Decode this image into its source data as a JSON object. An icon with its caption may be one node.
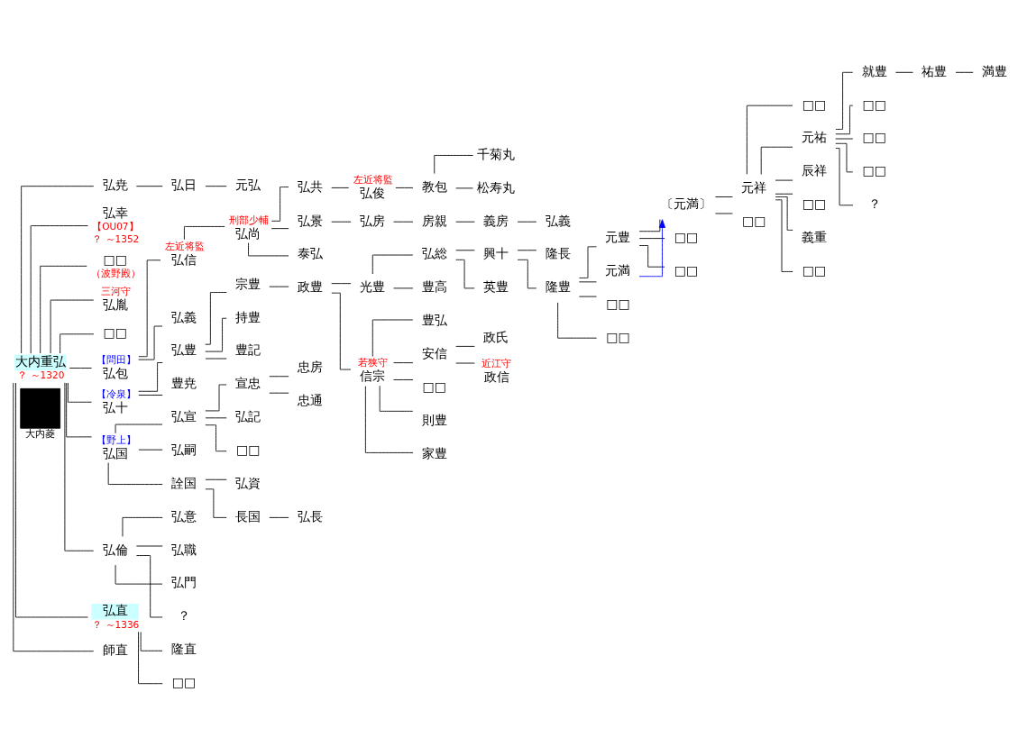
{
  "diagram": {
    "nodes": [
      {
        "text": [],
        "shape": "box",
        "beside": [
          "大内菱"
        ]
      },
      {
        "text": [
          "大内重弘"
        ],
        "beside": [
          "？ ～1320"
        ]
      },
      {
        "text": [
          "弘尭"
        ]
      },
      {
        "text": [
          "弘日"
        ]
      },
      {
        "text": [
          "元弘"
        ]
      },
      {
        "text": [
          "弘幸"
        ],
        "beside": [
          "【OU07】",
          "？ ～1352"
        ]
      },
      {
        "text": [
          "□□"
        ],
        "beside": [
          "（波野殿）"
        ]
      },
      {
        "text": [
          "弘胤"
        ],
        "beside": [
          "三河守"
        ]
      },
      {
        "text": [
          "□□"
        ]
      },
      {
        "text": [
          "弘信"
        ],
        "beside": [
          "左近将監"
        ]
      },
      {
        "text": [
          "弘尚"
        ],
        "beside": [
          "刑部少輔"
        ]
      },
      {
        "text": [
          "弘共"
        ]
      },
      {
        "text": [
          "弘俊"
        ],
        "beside": [
          "左近将監"
        ]
      },
      {
        "text": [
          "教包"
        ]
      },
      {
        "text": [
          "千菊丸"
        ]
      },
      {
        "text": [
          "松寿丸"
        ]
      },
      {
        "text": [
          "弘景"
        ]
      },
      {
        "text": [
          "弘房"
        ]
      },
      {
        "text": [
          "房親"
        ]
      },
      {
        "text": [
          "義房"
        ]
      },
      {
        "text": [
          "弘義"
        ]
      },
      {
        "text": [
          "泰弘"
        ]
      },
      {
        "text": [
          "弘包"
        ],
        "beside": [
          "【問田】"
        ]
      },
      {
        "text": [
          "弘義"
        ]
      },
      {
        "text": [
          "弘十"
        ],
        "beside": [
          "【冷泉】"
        ]
      },
      {
        "text": [
          "弘豊"
        ]
      },
      {
        "text": [
          "宗豊"
        ]
      },
      {
        "text": [
          "政豊"
        ]
      },
      {
        "text": [
          "光豊"
        ]
      },
      {
        "text": [
          "弘総"
        ]
      },
      {
        "text": [
          "興十"
        ]
      },
      {
        "text": [
          "隆長"
        ]
      },
      {
        "text": [
          "豊高"
        ]
      },
      {
        "text": [
          "英豊"
        ]
      },
      {
        "text": [
          "隆豊"
        ]
      },
      {
        "text": [
          "元豊"
        ]
      },
      {
        "text": [
          "〔元満〕"
        ]
      },
      {
        "text": [
          "元祥"
        ]
      },
      {
        "text": [
          "□□"
        ]
      },
      {
        "text": [
          "元祐"
        ]
      },
      {
        "text": [
          "就豊"
        ]
      },
      {
        "text": [
          "祐豊"
        ]
      },
      {
        "text": [
          "満豊"
        ]
      },
      {
        "text": [
          "□□"
        ]
      },
      {
        "text": [
          "□□"
        ]
      },
      {
        "text": [
          "□□"
        ]
      },
      {
        "text": [
          "？"
        ]
      },
      {
        "text": [
          "辰祥"
        ]
      },
      {
        "text": [
          "□□"
        ]
      },
      {
        "text": [
          "義重"
        ]
      },
      {
        "text": [
          "□□"
        ]
      },
      {
        "text": [
          "□□"
        ]
      },
      {
        "text": [
          "□□"
        ]
      },
      {
        "text": [
          "□□"
        ]
      },
      {
        "text": [
          "元満"
        ]
      },
      {
        "text": [
          "□□"
        ]
      },
      {
        "text": [
          "□□"
        ]
      },
      {
        "text": [
          "信宗"
        ],
        "beside": [
          "若狭守"
        ]
      },
      {
        "text": [
          "豊弘"
        ]
      },
      {
        "text": [
          "安信"
        ]
      },
      {
        "text": [
          "政氏"
        ]
      },
      {
        "text": [
          "政信"
        ],
        "beside": [
          "近江守"
        ]
      },
      {
        "text": [
          "□□"
        ]
      },
      {
        "text": [
          "則豊"
        ]
      },
      {
        "text": [
          "家豊"
        ]
      },
      {
        "text": [
          "持豊"
        ]
      },
      {
        "text": [
          "豊記"
        ]
      },
      {
        "text": [
          "豊尭"
        ]
      },
      {
        "text": [
          "弘国"
        ],
        "beside": [
          "【野上】"
        ]
      },
      {
        "text": [
          "弘宣"
        ]
      },
      {
        "text": [
          "宣忠"
        ]
      },
      {
        "text": [
          "忠房"
        ]
      },
      {
        "text": [
          "忠通"
        ]
      },
      {
        "text": [
          "弘記"
        ]
      },
      {
        "text": [
          "□□"
        ]
      },
      {
        "text": [
          "弘嗣"
        ]
      },
      {
        "text": [
          "詮国"
        ]
      },
      {
        "text": [
          "弘資"
        ]
      },
      {
        "text": [
          "長国"
        ]
      },
      {
        "text": [
          "弘長"
        ]
      },
      {
        "text": [
          "弘倫"
        ]
      },
      {
        "text": [
          "弘意"
        ]
      },
      {
        "text": [
          "弘職"
        ]
      },
      {
        "text": [
          "弘門"
        ]
      },
      {
        "text": [
          "？"
        ]
      },
      {
        "text": [
          "弘直"
        ],
        "beside": [
          "？ ～1336"
        ]
      },
      {
        "text": [
          "隆直"
        ]
      },
      {
        "text": [
          "□□"
        ]
      },
      {
        "text": [
          "師直"
        ]
      }
    ],
    "edges": [
      {
        "from": 1,
        "to": 2,
        "arrow": "none"
      },
      {
        "from": 1,
        "to": 5,
        "arrow": "none"
      },
      {
        "from": 1,
        "to": 6,
        "arrow": "none"
      },
      {
        "from": 1,
        "to": 7,
        "arrow": "none"
      },
      {
        "from": 1,
        "to": 8,
        "arrow": "none"
      },
      {
        "from": 1,
        "to": 22,
        "arrow": "none"
      },
      {
        "from": 1,
        "to": 24,
        "arrow": "none"
      },
      {
        "from": 1,
        "to": 68,
        "arrow": "none"
      },
      {
        "from": 1,
        "to": 80,
        "arrow": "none"
      },
      {
        "from": 1,
        "to": 85,
        "arrow": "none"
      },
      {
        "from": 1,
        "to": 88,
        "arrow": "none"
      },
      {
        "from": 2,
        "to": 3,
        "arrow": "none"
      },
      {
        "from": 3,
        "to": 4,
        "arrow": "none"
      },
      {
        "from": 22,
        "to": 9,
        "arrow": "none"
      },
      {
        "from": 22,
        "to": 23,
        "arrow": "none"
      },
      {
        "from": 9,
        "to": 10,
        "arrow": "none"
      },
      {
        "from": 10,
        "to": 11,
        "arrow": "none"
      },
      {
        "from": 10,
        "to": 16,
        "arrow": "none"
      },
      {
        "from": 10,
        "to": 21,
        "arrow": "none"
      },
      {
        "from": 11,
        "to": 12,
        "arrow": "none"
      },
      {
        "from": 12,
        "to": 13,
        "arrow": "none"
      },
      {
        "from": 13,
        "to": 14,
        "arrow": "none"
      },
      {
        "from": 13,
        "to": 15,
        "arrow": "none"
      },
      {
        "from": 16,
        "to": 17,
        "arrow": "none"
      },
      {
        "from": 17,
        "to": 18,
        "arrow": "none"
      },
      {
        "from": 18,
        "to": 19,
        "arrow": "none"
      },
      {
        "from": 19,
        "to": 20,
        "arrow": "none"
      },
      {
        "from": 24,
        "to": 25,
        "arrow": "none"
      },
      {
        "from": 24,
        "to": 67,
        "arrow": "none"
      },
      {
        "from": 25,
        "to": 26,
        "arrow": "none"
      },
      {
        "from": 25,
        "to": 65,
        "arrow": "none"
      },
      {
        "from": 25,
        "to": 66,
        "arrow": "none"
      },
      {
        "from": 26,
        "to": 27,
        "arrow": "none"
      },
      {
        "from": 27,
        "to": 28,
        "arrow": "none"
      },
      {
        "from": 27,
        "to": 57,
        "arrow": "none"
      },
      {
        "from": 28,
        "to": 29,
        "arrow": "none"
      },
      {
        "from": 28,
        "to": 32,
        "arrow": "none"
      },
      {
        "from": 29,
        "to": 30,
        "arrow": "none"
      },
      {
        "from": 29,
        "to": 33,
        "arrow": "none"
      },
      {
        "from": 30,
        "to": 31,
        "arrow": "none"
      },
      {
        "from": 30,
        "to": 34,
        "arrow": "none"
      },
      {
        "from": 34,
        "to": 35,
        "arrow": "none"
      },
      {
        "from": 34,
        "to": 54,
        "arrow": "none"
      },
      {
        "from": 34,
        "to": 55,
        "arrow": "none"
      },
      {
        "from": 34,
        "to": 56,
        "arrow": "none"
      },
      {
        "from": 35,
        "to": 36,
        "arrow": "none"
      },
      {
        "from": 35,
        "to": 52,
        "arrow": "none"
      },
      {
        "from": 35,
        "to": 53,
        "arrow": "none"
      },
      {
        "from": 54,
        "to": 36,
        "arrow": "to",
        "color": "#0000ff"
      },
      {
        "from": 36,
        "to": 37,
        "arrow": "none"
      },
      {
        "from": 36,
        "to": 51,
        "arrow": "none"
      },
      {
        "from": 37,
        "to": 38,
        "arrow": "none"
      },
      {
        "from": 37,
        "to": 39,
        "arrow": "none"
      },
      {
        "from": 37,
        "to": 47,
        "arrow": "none"
      },
      {
        "from": 37,
        "to": 48,
        "arrow": "none"
      },
      {
        "from": 37,
        "to": 49,
        "arrow": "none"
      },
      {
        "from": 37,
        "to": 50,
        "arrow": "none"
      },
      {
        "from": 39,
        "to": 40,
        "arrow": "none"
      },
      {
        "from": 39,
        "to": 43,
        "arrow": "none"
      },
      {
        "from": 39,
        "to": 44,
        "arrow": "none"
      },
      {
        "from": 39,
        "to": 45,
        "arrow": "none"
      },
      {
        "from": 39,
        "to": 46,
        "arrow": "none"
      },
      {
        "from": 40,
        "to": 41,
        "arrow": "none"
      },
      {
        "from": 41,
        "to": 42,
        "arrow": "none"
      },
      {
        "from": 57,
        "to": 58,
        "arrow": "none"
      },
      {
        "from": 57,
        "to": 59,
        "arrow": "none"
      },
      {
        "from": 57,
        "to": 62,
        "arrow": "none"
      },
      {
        "from": 57,
        "to": 63,
        "arrow": "none"
      },
      {
        "from": 57,
        "to": 64,
        "arrow": "none"
      },
      {
        "from": 59,
        "to": 60,
        "arrow": "none"
      },
      {
        "from": 59,
        "to": 61,
        "arrow": "none"
      },
      {
        "from": 68,
        "to": 69,
        "arrow": "none"
      },
      {
        "from": 68,
        "to": 75,
        "arrow": "none"
      },
      {
        "from": 68,
        "to": 76,
        "arrow": "none"
      },
      {
        "from": 69,
        "to": 70,
        "arrow": "none"
      },
      {
        "from": 69,
        "to": 73,
        "arrow": "none"
      },
      {
        "from": 69,
        "to": 74,
        "arrow": "none"
      },
      {
        "from": 70,
        "to": 71,
        "arrow": "none"
      },
      {
        "from": 70,
        "to": 72,
        "arrow": "none"
      },
      {
        "from": 76,
        "to": 77,
        "arrow": "none"
      },
      {
        "from": 76,
        "to": 78,
        "arrow": "none"
      },
      {
        "from": 78,
        "to": 79,
        "arrow": "none"
      },
      {
        "from": 80,
        "to": 81,
        "arrow": "none"
      },
      {
        "from": 80,
        "to": 82,
        "arrow": "none"
      },
      {
        "from": 80,
        "to": 83,
        "arrow": "none"
      },
      {
        "from": 80,
        "to": 84,
        "arrow": "none"
      },
      {
        "from": 85,
        "to": 86,
        "arrow": "none"
      },
      {
        "from": 85,
        "to": 87,
        "arrow": "none"
      }
    ]
  }
}
